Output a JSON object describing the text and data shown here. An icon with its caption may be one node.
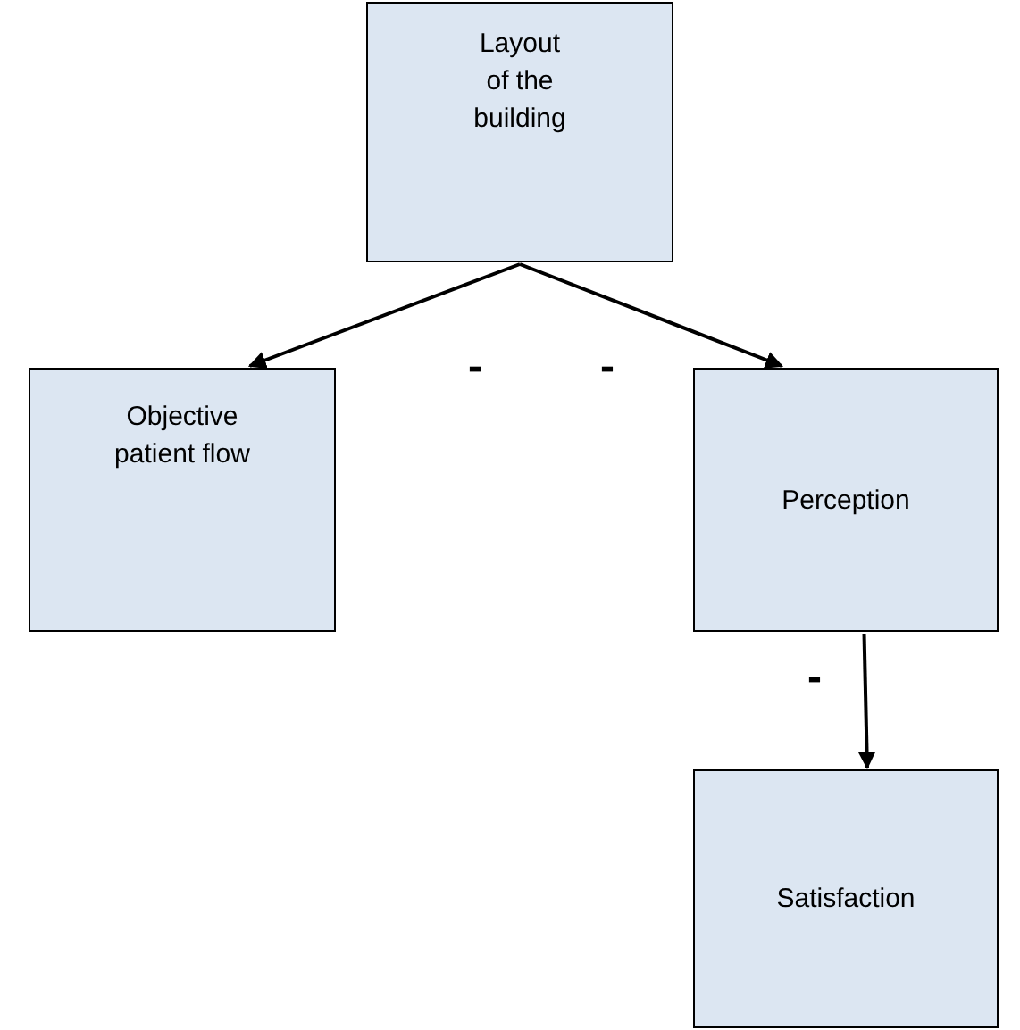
{
  "diagram": {
    "nodes": [
      {
        "text": [
          "Layout of the building"
        ]
      },
      {
        "text": [
          "Objective patient flow"
        ]
      },
      {
        "text": [
          "Perception"
        ]
      },
      {
        "text": [
          "Satisfaction"
        ]
      }
    ],
    "edges": [
      {
        "from": 0,
        "to": 1,
        "arrow": "to",
        "label": "-"
      },
      {
        "from": 0,
        "to": 2,
        "arrow": "to",
        "label": "-"
      },
      {
        "from": 2,
        "to": 3,
        "arrow": "to",
        "label": "-"
      }
    ]
  }
}
